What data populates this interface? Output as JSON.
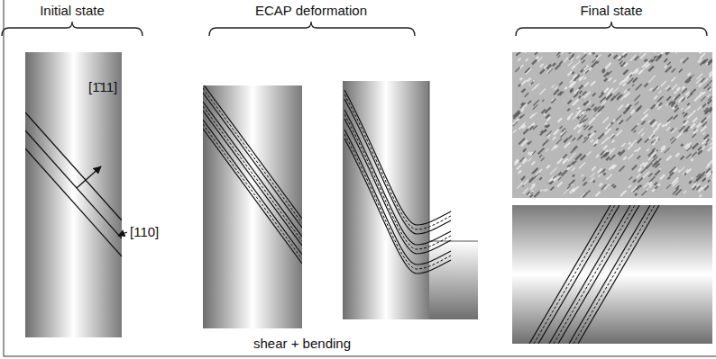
{
  "diagram": {
    "labels": [
      "Initial state",
      "ECAP deformation",
      "Final state",
      "shear + bending",
      "[1̄11]",
      "[110]"
    ]
  }
}
